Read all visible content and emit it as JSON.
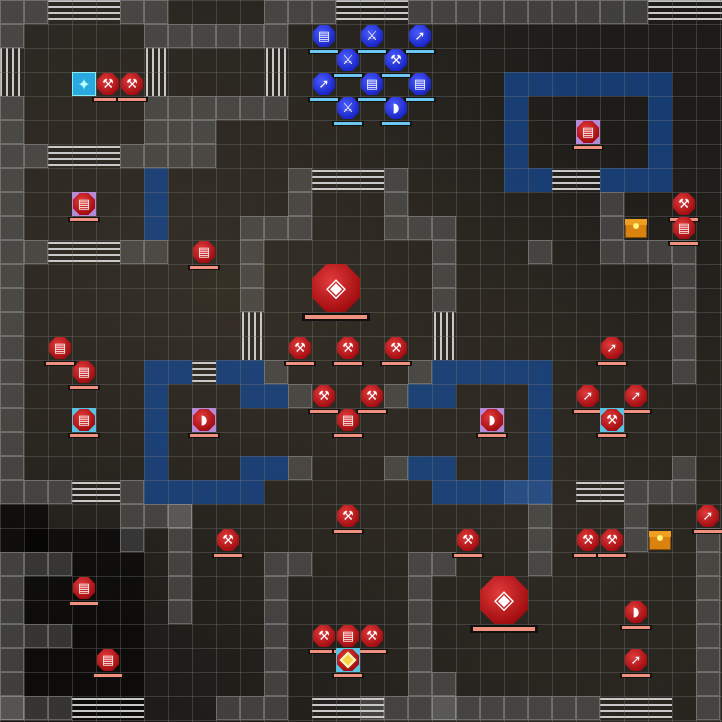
{
  "map": {
    "cell_size": 24,
    "cols": 30,
    "rows": 30,
    "colors": {
      "enemy": "#a50f12",
      "ally": "#1a27c9",
      "enemy_hp": "#f0907e",
      "ally_hp": "#6cc8f0",
      "danger_zone": "#1450aa",
      "cursor": "#2aa8e0",
      "chest": "#d9820f"
    }
  },
  "icons": {
    "axe": "⚒",
    "sword": "⚔",
    "lance": "➚",
    "tome": "▤",
    "bow": "◗",
    "staff": "✚",
    "crystal": "◈",
    "cursor": "✦"
  },
  "cursor": {
    "col": 3,
    "row": 3,
    "icon": "cursor"
  },
  "allies": [
    {
      "col": 13,
      "row": 1,
      "weapon": "tome"
    },
    {
      "col": 15,
      "row": 1,
      "weapon": "sword"
    },
    {
      "col": 17,
      "row": 1,
      "weapon": "lance"
    },
    {
      "col": 14,
      "row": 2,
      "weapon": "sword"
    },
    {
      "col": 16,
      "row": 2,
      "weapon": "axe"
    },
    {
      "col": 13,
      "row": 3,
      "weapon": "lance"
    },
    {
      "col": 15,
      "row": 3,
      "weapon": "tome"
    },
    {
      "col": 17,
      "row": 3,
      "weapon": "tome"
    },
    {
      "col": 14,
      "row": 4,
      "weapon": "sword"
    },
    {
      "col": 16,
      "row": 4,
      "weapon": "bow"
    }
  ],
  "enemies": [
    {
      "col": 4,
      "row": 3,
      "weapon": "axe"
    },
    {
      "col": 5,
      "row": 3,
      "weapon": "axe"
    },
    {
      "col": 24,
      "row": 5,
      "weapon": "tome",
      "tile": "purple"
    },
    {
      "col": 3,
      "row": 8,
      "weapon": "tome",
      "tile": "purple"
    },
    {
      "col": 28,
      "row": 8,
      "weapon": "axe"
    },
    {
      "col": 28,
      "row": 9,
      "weapon": "tome"
    },
    {
      "col": 8,
      "row": 10,
      "weapon": "tome"
    },
    {
      "col": 2,
      "row": 14,
      "weapon": "tome"
    },
    {
      "col": 3,
      "row": 15,
      "weapon": "tome"
    },
    {
      "col": 12,
      "row": 14,
      "weapon": "axe"
    },
    {
      "col": 14,
      "row": 14,
      "weapon": "axe"
    },
    {
      "col": 16,
      "row": 14,
      "weapon": "axe"
    },
    {
      "col": 25,
      "row": 14,
      "weapon": "lance"
    },
    {
      "col": 3,
      "row": 17,
      "weapon": "tome",
      "tile": "cyan"
    },
    {
      "col": 8,
      "row": 17,
      "weapon": "bow",
      "tile": "purple"
    },
    {
      "col": 13,
      "row": 16,
      "weapon": "axe"
    },
    {
      "col": 15,
      "row": 16,
      "weapon": "axe"
    },
    {
      "col": 14,
      "row": 17,
      "weapon": "tome"
    },
    {
      "col": 20,
      "row": 17,
      "weapon": "bow",
      "tile": "purple"
    },
    {
      "col": 24,
      "row": 16,
      "weapon": "lance"
    },
    {
      "col": 26,
      "row": 16,
      "weapon": "lance"
    },
    {
      "col": 25,
      "row": 17,
      "weapon": "axe",
      "tile": "cyan"
    },
    {
      "col": 14,
      "row": 21,
      "weapon": "axe"
    },
    {
      "col": 9,
      "row": 22,
      "weapon": "axe"
    },
    {
      "col": 19,
      "row": 22,
      "weapon": "axe"
    },
    {
      "col": 24,
      "row": 22,
      "weapon": "axe"
    },
    {
      "col": 25,
      "row": 22,
      "weapon": "axe"
    },
    {
      "col": 29,
      "row": 21,
      "weapon": "lance"
    },
    {
      "col": 3,
      "row": 24,
      "weapon": "tome"
    },
    {
      "col": 26,
      "row": 25,
      "weapon": "bow"
    },
    {
      "col": 13,
      "row": 26,
      "weapon": "axe"
    },
    {
      "col": 14,
      "row": 26,
      "weapon": "tome"
    },
    {
      "col": 15,
      "row": 26,
      "weapon": "axe"
    },
    {
      "col": 4,
      "row": 27,
      "weapon": "tome"
    },
    {
      "col": 26,
      "row": 27,
      "weapon": "lance"
    }
  ],
  "bosses": [
    {
      "col": 13,
      "row": 12,
      "weapon": "crystal"
    },
    {
      "col": 20,
      "row": 25,
      "weapon": "crystal"
    }
  ],
  "lord": {
    "col": 14,
    "row": 27,
    "tile": "cyan"
  },
  "chests": [
    {
      "col": 26,
      "row": 9
    },
    {
      "col": 27,
      "row": 22
    }
  ]
}
